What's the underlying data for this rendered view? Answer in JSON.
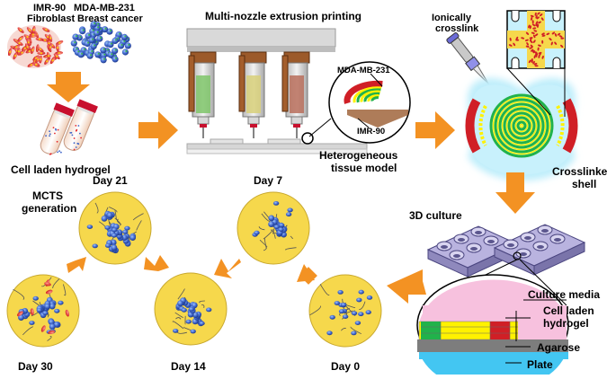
{
  "labels": {
    "imr90_line1": "IMR-90",
    "imr90_line2": "Fibroblast",
    "mda_line1": "MDA-MB-231",
    "mda_line2": "Breast cancer",
    "cell_laden_hydrogel": "Cell laden hydrogel",
    "printing_title": "Multi-nozzle extrusion printing",
    "inset_mda": "MDA-MB-231",
    "inset_imr": "IMR-90",
    "hetero_line1": "Heterogeneous",
    "hetero_line2": "tissue model",
    "ionic_line1": "Ionically",
    "ionic_line2": "crosslink",
    "crosslinked_line1": "Crosslinked",
    "crosslinked_line2": "shell",
    "culture_3d": "3D culture",
    "mcts_line1": "MCTS",
    "mcts_line2": "generation",
    "day21": "Day 21",
    "day7": "Day 7",
    "day30": "Day 30",
    "day14": "Day 14",
    "day0": "Day 0",
    "culture_media": "Culture media",
    "clh_line1": "Cell laden",
    "clh_line2": "hydrogel",
    "agarose": "Agarose",
    "plate": "Plate"
  },
  "colors": {
    "arrow": "#f39223",
    "fibroblast": "#e4262a",
    "cancer": "#3e64c9",
    "spheroid_bg": "#f6d84c",
    "hydrogel_blue": "#bfeefb",
    "culture_media": "#f7c1de",
    "agarose": "#7d7d7d",
    "plate": "#43c6f2"
  }
}
